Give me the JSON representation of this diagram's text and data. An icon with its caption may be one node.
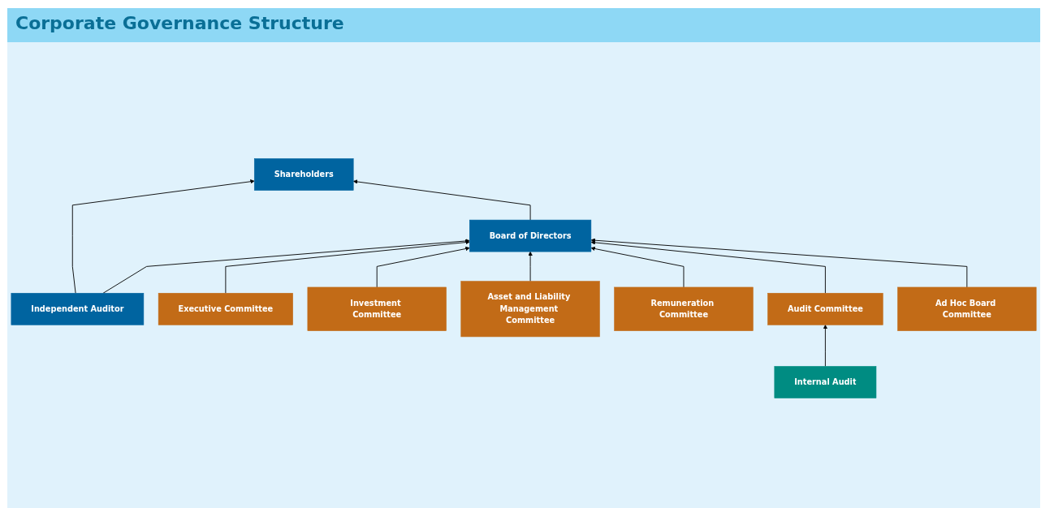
{
  "diagram": {
    "title": "Corporate Governance Structure",
    "nodes": [
      {
        "text": [
          "Shareholders"
        ]
      },
      {
        "text": [
          "Independent Auditor"
        ]
      },
      {
        "text": [
          "Board of Directors"
        ]
      },
      {
        "text": [
          "Executive Committee"
        ]
      },
      {
        "text": [
          "Investment Committee"
        ]
      },
      {
        "text": [
          "Asset and Liability Management Committee"
        ]
      },
      {
        "text": [
          "Remuneration Committee"
        ]
      },
      {
        "text": [
          "Audit Committee"
        ]
      },
      {
        "text": [
          "Ad Hoc Board Committee"
        ]
      },
      {
        "text": [
          "Internal Audit"
        ]
      }
    ],
    "edges": [
      {
        "from": 1,
        "to": 0,
        "arrow": "to"
      },
      {
        "from": 2,
        "to": 0,
        "arrow": "to"
      },
      {
        "from": 1,
        "to": 2,
        "arrow": "to"
      },
      {
        "from": 3,
        "to": 2,
        "arrow": "to"
      },
      {
        "from": 4,
        "to": 2,
        "arrow": "to"
      },
      {
        "from": 5,
        "to": 2,
        "arrow": "to"
      },
      {
        "from": 6,
        "to": 2,
        "arrow": "to"
      },
      {
        "from": 7,
        "to": 2,
        "arrow": "to"
      },
      {
        "from": 8,
        "to": 2,
        "arrow": "to"
      },
      {
        "from": 9,
        "to": 7,
        "arrow": "to"
      }
    ]
  }
}
